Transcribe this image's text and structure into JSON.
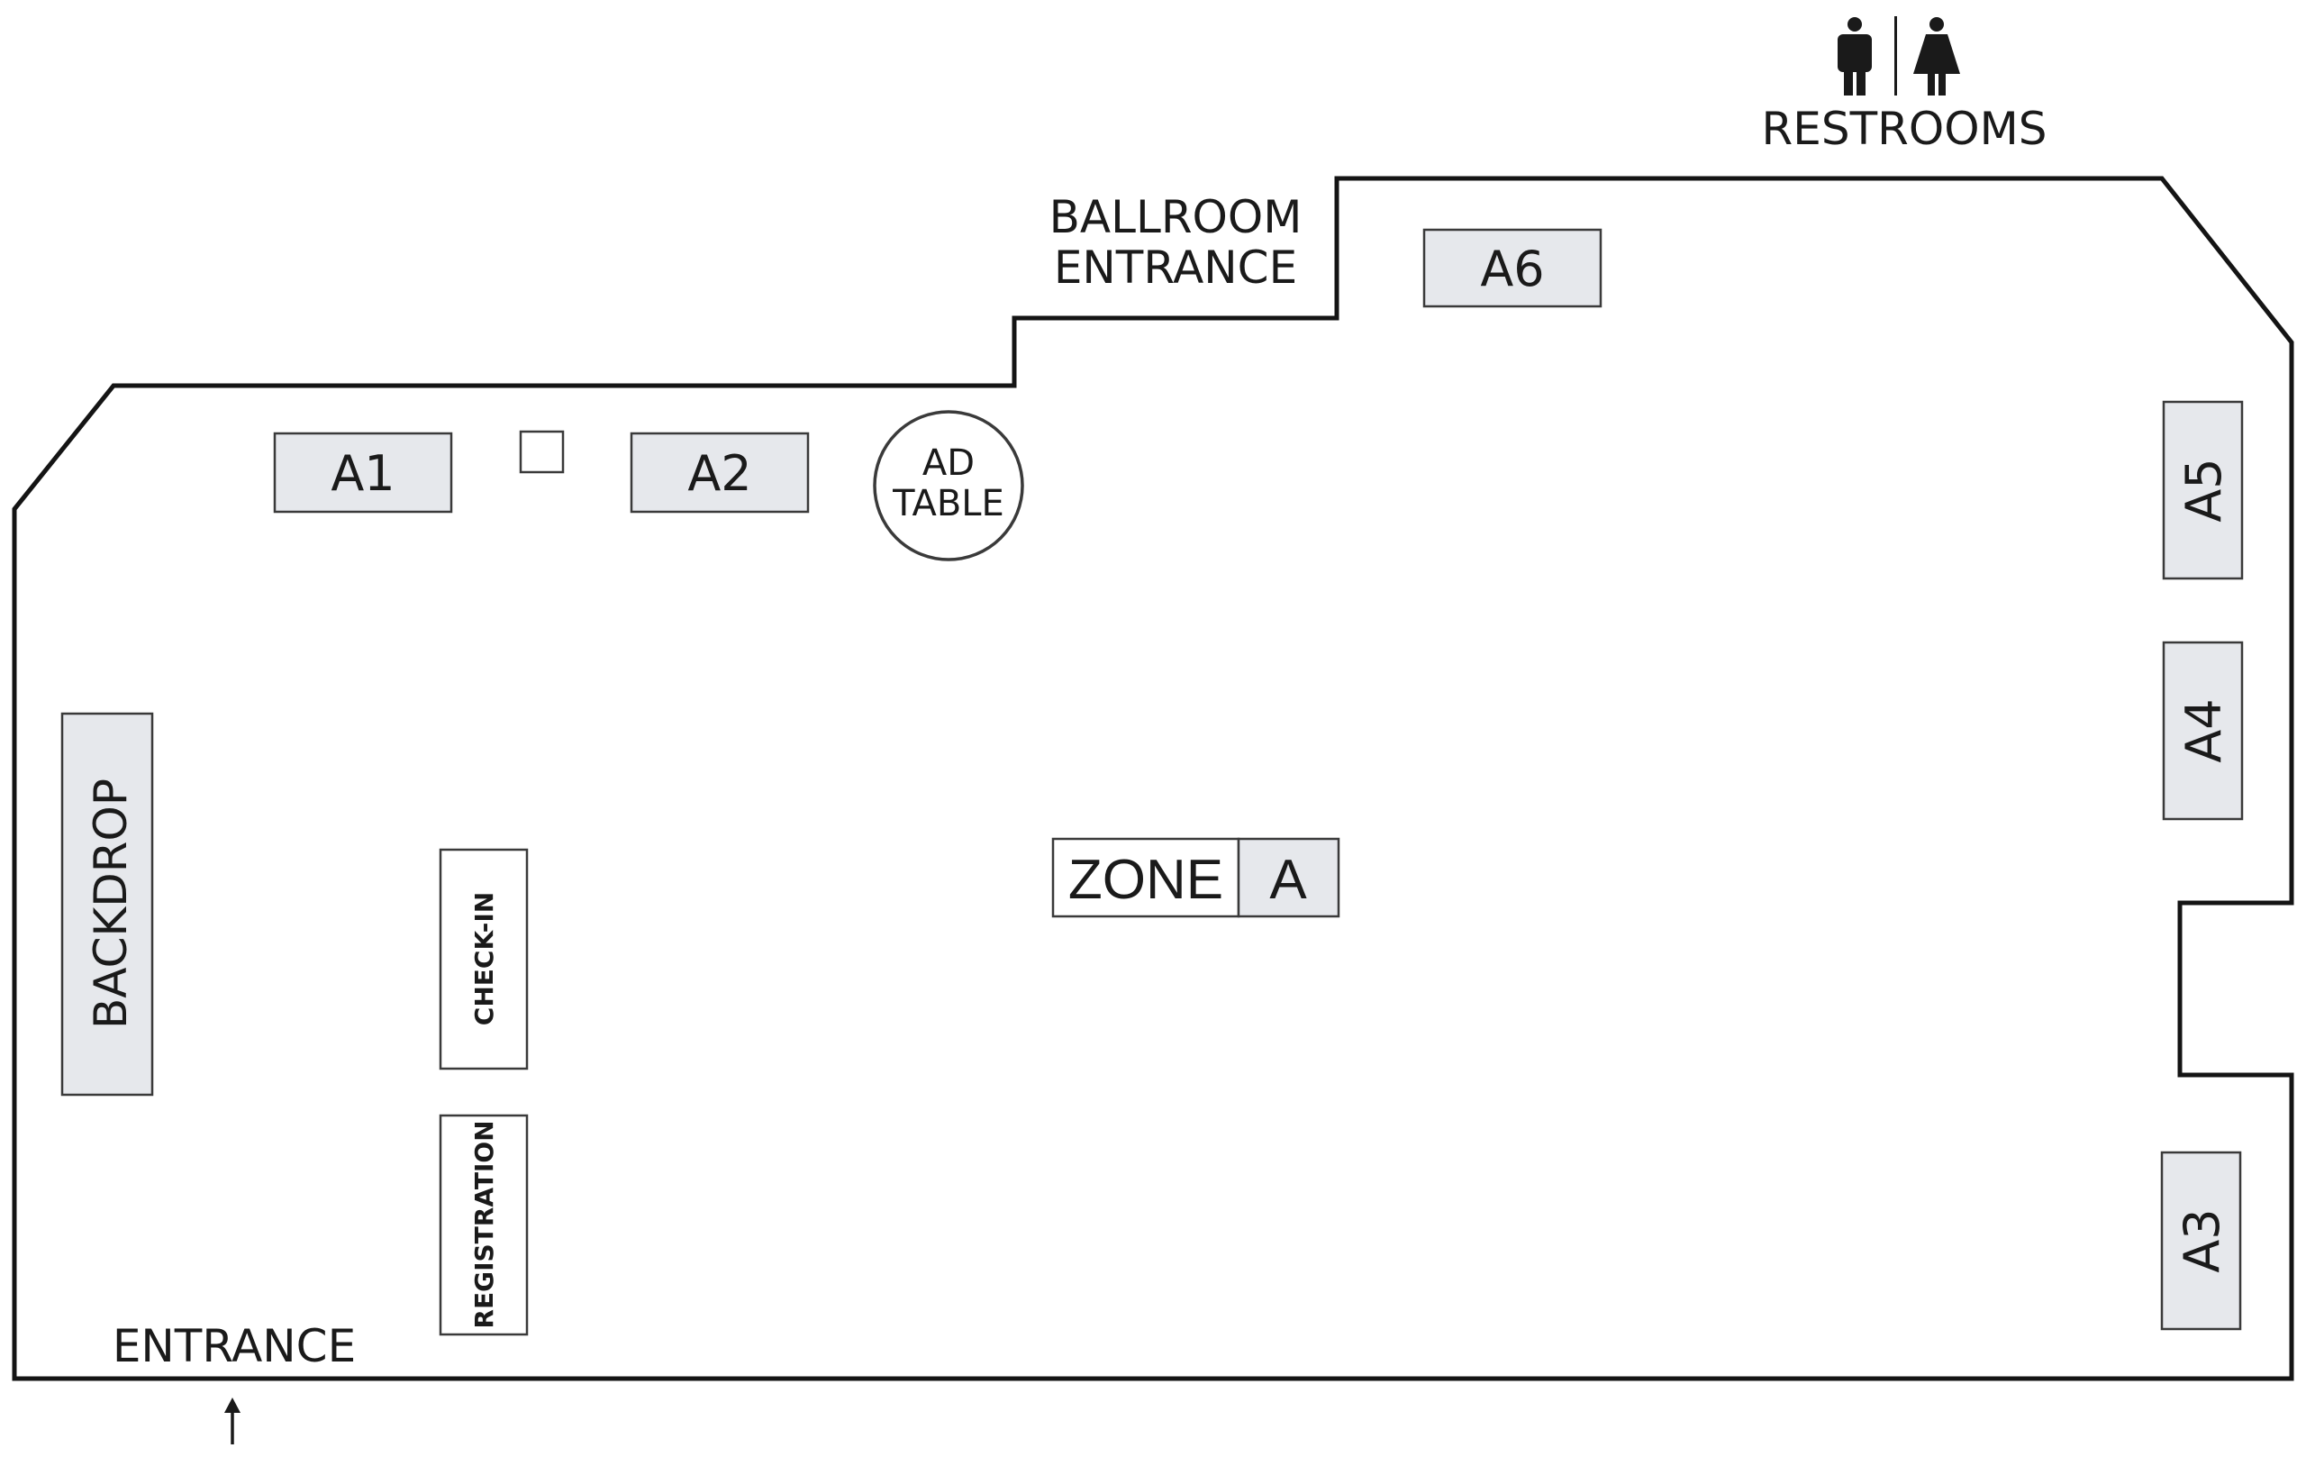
{
  "map": {
    "labels": {
      "restrooms": "RESTROOMS",
      "ballroom_line1": "BALLROOM",
      "ballroom_line2": "ENTRANCE",
      "entrance": "ENTRANCE",
      "backdrop": "BACKDROP",
      "check_in": "CHECK-IN",
      "registration": "REGISTRATION",
      "ad_table_line1": "AD",
      "ad_table_line2": "TABLE",
      "zone_word": "ZONE",
      "zone_letter": "A"
    },
    "booths": {
      "a1": "A1",
      "a2": "A2",
      "a3": "A3",
      "a4": "A4",
      "a5": "A5",
      "a6": "A6"
    },
    "icons": [
      "male-restroom-icon",
      "female-restroom-icon",
      "up-arrow-icon"
    ],
    "colors": {
      "booth_fill": "#e6e8ec",
      "wall": "#141414",
      "text": "#1a1a1a"
    }
  }
}
